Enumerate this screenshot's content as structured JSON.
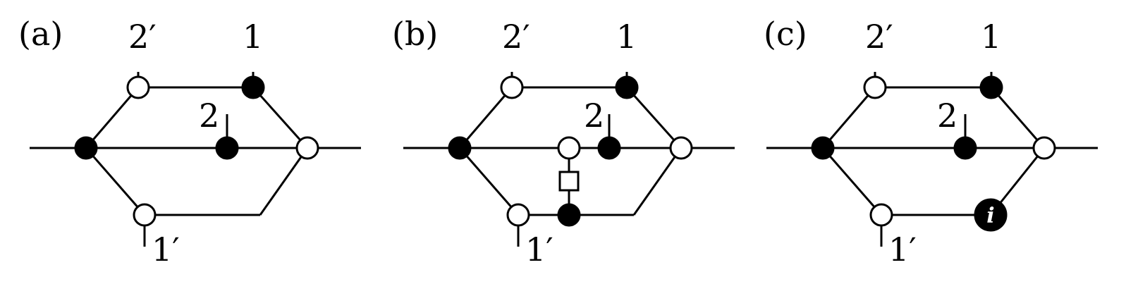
{
  "panels": [
    {
      "id": "a",
      "panel_label": "(a)",
      "labels": {
        "top_left": "2′",
        "top_right": "1",
        "middle": "2",
        "bottom": "1′"
      },
      "variant": "plain"
    },
    {
      "id": "b",
      "panel_label": "(b)",
      "labels": {
        "top_left": "2′",
        "top_right": "1",
        "middle": "2",
        "bottom": "1′"
      },
      "variant": "rung"
    },
    {
      "id": "c",
      "panel_label": "(c)",
      "labels": {
        "top_left": "2′",
        "top_right": "1",
        "middle": "2",
        "bottom": "1′"
      },
      "variant": "special-vertex",
      "special_vertex_label": "i"
    }
  ],
  "colors": {
    "line": "#000000",
    "open_vertex_fill": "#ffffff",
    "filled_vertex_fill": "#000000"
  }
}
